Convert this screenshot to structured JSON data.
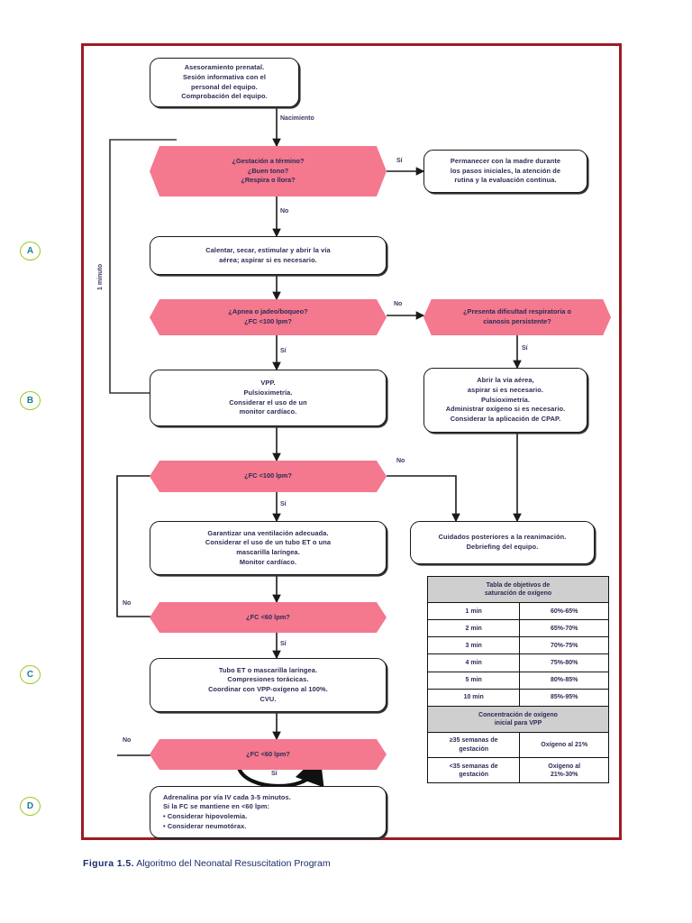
{
  "figure": {
    "label": "Figura 1.5.",
    "caption": "Algoritmo del Neonatal Resuscitation Program"
  },
  "timing": {
    "minute_label": "1 minuto"
  },
  "sections": [
    {
      "id": "A",
      "label": "A"
    },
    {
      "id": "B",
      "label": "B"
    },
    {
      "id": "C",
      "label": "C"
    },
    {
      "id": "D",
      "label": "D"
    }
  ],
  "nodes": {
    "prenatal": "Asesoramiento prenatal.\nSesión informativa con el\npersonal del equipo.\nComprobación del equipo.",
    "q_term": "¿Gestación a término?\n¿Buen tono?\n¿Respira o llora?",
    "stay_mother": "Permanecer con la madre durante\nlos pasos iniciales, la atención de\nrutina y la evaluación continua.",
    "warm_dry": "Calentar, secar, estimular y abrir la vía\naérea; aspirar si es necesario.",
    "q_apnea": "¿Apnea o jadeo/boqueo?\n¿FC <100 lpm?",
    "q_resp_diff": "¿Presenta dificultad respiratoria o\ncianosis persistente?",
    "vpp": "VPP.\nPulsioximetría.\nConsiderar el uso de un\nmonitor cardíaco.",
    "airway_cpap": "Abrir la vía aérea,\naspirar si es necesario.\nPulsioximetría.\nAdministrar oxígeno si es necesario.\nConsiderar la aplicación de CPAP.",
    "q_fc100": "¿FC <100 lpm?",
    "ventilation": "Garantizar una ventilación adecuada.\nConsiderar el uso de un tubo ET o una\nmascarilla laríngea.\nMonitor cardíaco.",
    "postcare": "Cuidados posteriores a la reanimación.\nDebriefing del equipo.",
    "q_fc60_a": "¿FC <60 lpm?",
    "compressions": "Tubo ET o mascarilla laríngea.\nCompresiones torácicas.\nCoordinar con VPP-oxígeno al 100%.\nCVU.",
    "q_fc60_b": "¿FC <60 lpm?",
    "adrenaline": "Adrenalina por vía IV cada 3-5 minutos.\nSi la FC se mantiene en <60 lpm:\n• Considerar hipovolemia.\n• Considerar neumotórax."
  },
  "edge_labels": {
    "birth": "Nacimiento",
    "yes_term": "Sí",
    "no_term": "No",
    "no_apnea": "No",
    "yes_apnea": "Sí",
    "yes_respdiff": "Sí",
    "no_fc100": "No",
    "yes_fc100": "Sí",
    "no_fc60a": "No",
    "yes_fc60a": "Sí",
    "no_fc60b": "No",
    "yes_fc60b": "Sí"
  },
  "saturation_table": {
    "header": "Tabla de objetivos de\nsaturación de oxígeno",
    "rows": [
      {
        "time": "1 min",
        "sat": "60%-65%"
      },
      {
        "time": "2 min",
        "sat": "65%-70%"
      },
      {
        "time": "3 min",
        "sat": "70%-75%"
      },
      {
        "time": "4 min",
        "sat": "75%-80%"
      },
      {
        "time": "5 min",
        "sat": "80%-85%"
      },
      {
        "time": "10 min",
        "sat": "85%-95%"
      }
    ],
    "header2": "Concentración de oxígeno\ninicial para VPP",
    "rows2": [
      {
        "ga": "≥35 semanas de\ngestación",
        "o2": "Oxígeno al 21%"
      },
      {
        "ga": "<35 semanas de\ngestación",
        "o2": "Oxígeno al\n21%-30%"
      }
    ]
  },
  "colors": {
    "frame": "#9e1b24",
    "decision_fill": "#f4788e",
    "text": "#2b2b55",
    "marker_ring": "#9cc520",
    "marker_text": "#18808f",
    "table_header": "#cfcfcf",
    "caption": "#1c2a6b"
  }
}
